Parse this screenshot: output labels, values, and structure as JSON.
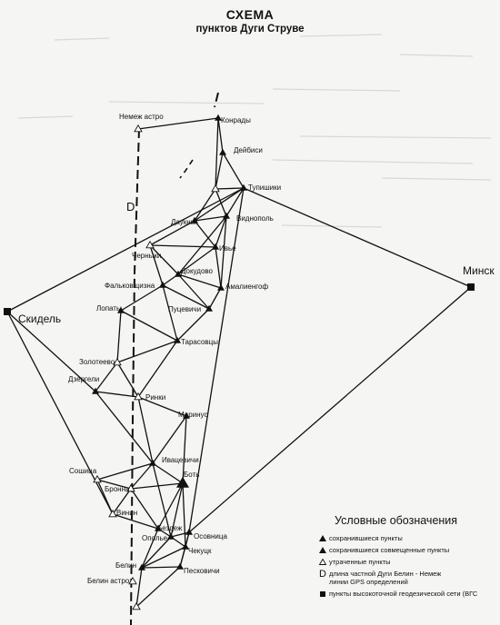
{
  "title": "СХЕМА",
  "subtitle": "пунктов Дуги Струве",
  "d_label": "D",
  "points": {
    "nemezh": "Немеж астро",
    "konrady": "Конрады",
    "dejbisi": "Дейбиси",
    "tupishki": "Тупишики",
    "daukny": "Даукны",
    "vidnopol": "Виднополь",
    "chernyki": "Черныки",
    "ivye": "Ивье",
    "dokudovo": "Докудово",
    "falkovschizna": "Фальковщизна",
    "amaliengof": "Амалиенгоф",
    "lopaty": "Лопаты",
    "putsevichi": "Пуцевичи",
    "tarasovtsy": "Тарасовцы",
    "zoloteevo": "Золотеево",
    "dzergeli": "Дзергели",
    "rinki": "Ринки",
    "marinus": "Маринус",
    "ivatsevichi": "Ивацевичи",
    "soshitsa": "Сошица",
    "bot": "Боть",
    "bronna": "Бронна",
    "vinin": "Винин",
    "bezden": "Бездеж",
    "opolye": "Ополье",
    "osovnitsa": "Осовница",
    "chekutsk": "Чекуцк",
    "belin": "Белин",
    "peskovichi": "Песковичи",
    "belin_astro": "Белин астро",
    "minsk": "Минск",
    "skidel": "Скидель"
  },
  "legend": {
    "title": "Условные обозначения",
    "preserved": "сохранившиеся пункты",
    "preserved_combined": "сохранившиеся совмещенные пункты",
    "lost": "утраченные пункты",
    "d_symbol": "D",
    "d_line1": "длина частной Дуги Белин - Немеж",
    "d_line2": "линии GPS определений",
    "high_precision": "пункты высокоточной геодезической сети (ВГС"
  }
}
